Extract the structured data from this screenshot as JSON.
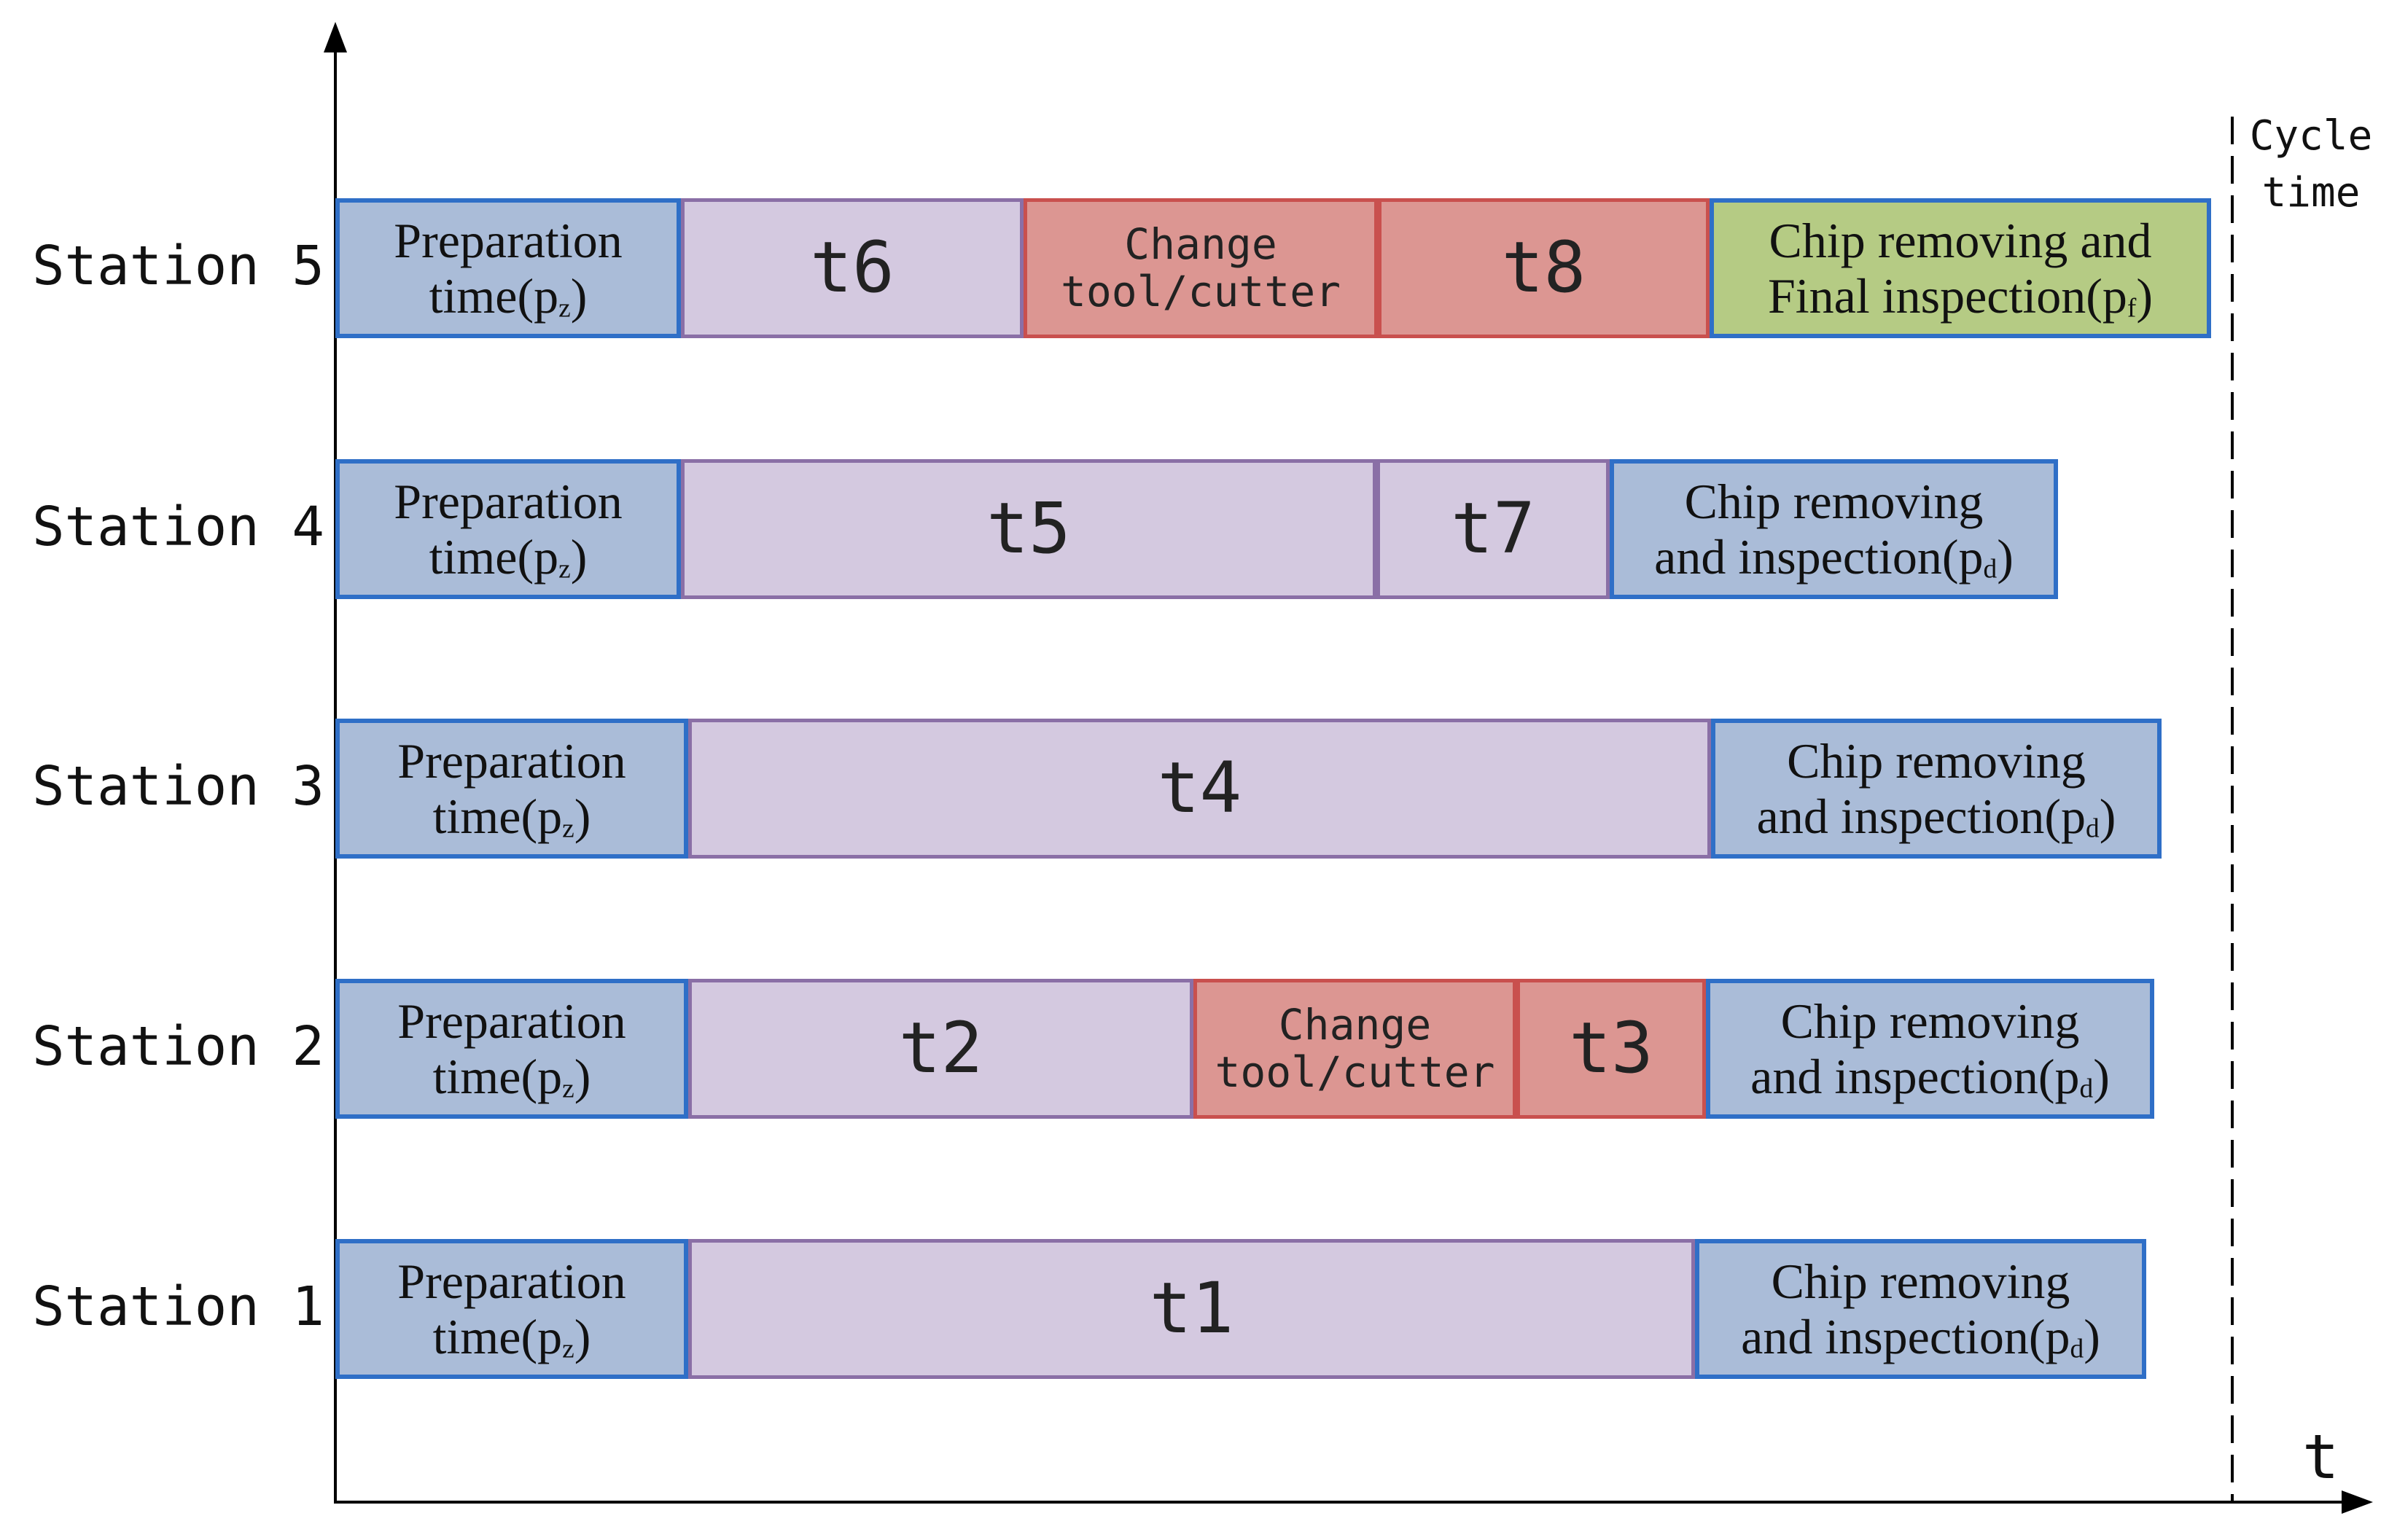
{
  "axis": {
    "x_label": "t"
  },
  "cycle_time": {
    "line1": "Cycle",
    "line2": "time"
  },
  "colors": {
    "prep_fill": "#aabcd8",
    "prep_border": "#2f6fc7",
    "process_fill": "#d4c9e0",
    "process_border": "#8a6fa6",
    "change_fill": "#dc9692",
    "change_border": "#c9504e",
    "final_fill": "#b5cb84",
    "final_border": "#2f6fc7",
    "axis": "#000000"
  },
  "stations": [
    {
      "label": "Station 5",
      "segments": [
        {
          "kind": "prep",
          "lines": [
            "Preparation",
            "time(p|z|)"
          ]
        },
        {
          "kind": "process",
          "lines": [
            "t6"
          ]
        },
        {
          "kind": "change",
          "lines": [
            "Change",
            "tool/cutter"
          ]
        },
        {
          "kind": "change",
          "lines": [
            "t8"
          ]
        },
        {
          "kind": "final",
          "lines": [
            "Chip removing and",
            "Final inspection(p|f|)"
          ]
        }
      ]
    },
    {
      "label": "Station 4",
      "segments": [
        {
          "kind": "prep",
          "lines": [
            "Preparation",
            "time(p|z|)"
          ]
        },
        {
          "kind": "process",
          "lines": [
            "t5"
          ]
        },
        {
          "kind": "process",
          "lines": [
            "t7"
          ]
        },
        {
          "kind": "prep",
          "lines": [
            "Chip removing",
            "and inspection(p|d|)"
          ]
        }
      ]
    },
    {
      "label": "Station 3",
      "segments": [
        {
          "kind": "prep",
          "lines": [
            "Preparation",
            "time(p|z|)"
          ]
        },
        {
          "kind": "process",
          "lines": [
            "t4"
          ]
        },
        {
          "kind": "prep",
          "lines": [
            "Chip removing",
            "and inspection(p|d|)"
          ]
        }
      ]
    },
    {
      "label": "Station 2",
      "segments": [
        {
          "kind": "prep",
          "lines": [
            "Preparation",
            "time(p|z|)"
          ]
        },
        {
          "kind": "process",
          "lines": [
            "t2"
          ]
        },
        {
          "kind": "change",
          "lines": [
            "Change",
            "tool/cutter"
          ]
        },
        {
          "kind": "change",
          "lines": [
            "t3"
          ]
        },
        {
          "kind": "prep",
          "lines": [
            "Chip removing",
            "and inspection(p|d|)"
          ]
        }
      ]
    },
    {
      "label": "Station 1",
      "segments": [
        {
          "kind": "prep",
          "lines": [
            "Preparation",
            "time(p|z|)"
          ]
        },
        {
          "kind": "process",
          "lines": [
            "t1"
          ]
        },
        {
          "kind": "prep",
          "lines": [
            "Chip removing",
            "and inspection(p|d|)"
          ]
        }
      ]
    }
  ]
}
